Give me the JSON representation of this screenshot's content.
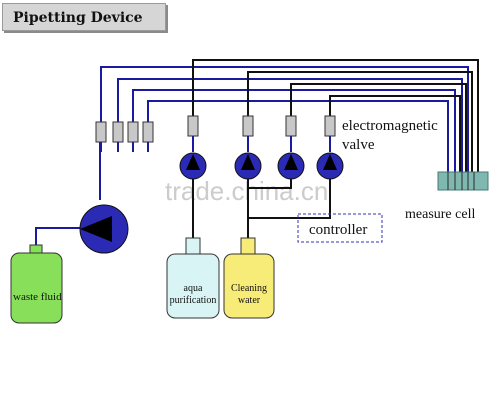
{
  "title": "Pipetting Device",
  "labels": {
    "valve": [
      "electromagnetic",
      "valve"
    ],
    "measure_cell": "measure cell",
    "controller": "controller",
    "waste": "waste fluid",
    "aqua": [
      "aqua",
      "purification"
    ],
    "cleaning": [
      "Cleaning",
      "water"
    ],
    "watermark": "trade.china.cn"
  },
  "colors": {
    "tube_blue": "#1a1aa0",
    "tube_black": "#111111",
    "pump_blue": "#2a2ab4",
    "valve_gray": "#c8c8c8",
    "cell_teal": "#7fb8b0",
    "waste_green": "#88e05a",
    "aqua_bottle": "#d8f4f4",
    "cleaning_bottle": "#f8ec78",
    "controller_border": "#3232b4"
  }
}
